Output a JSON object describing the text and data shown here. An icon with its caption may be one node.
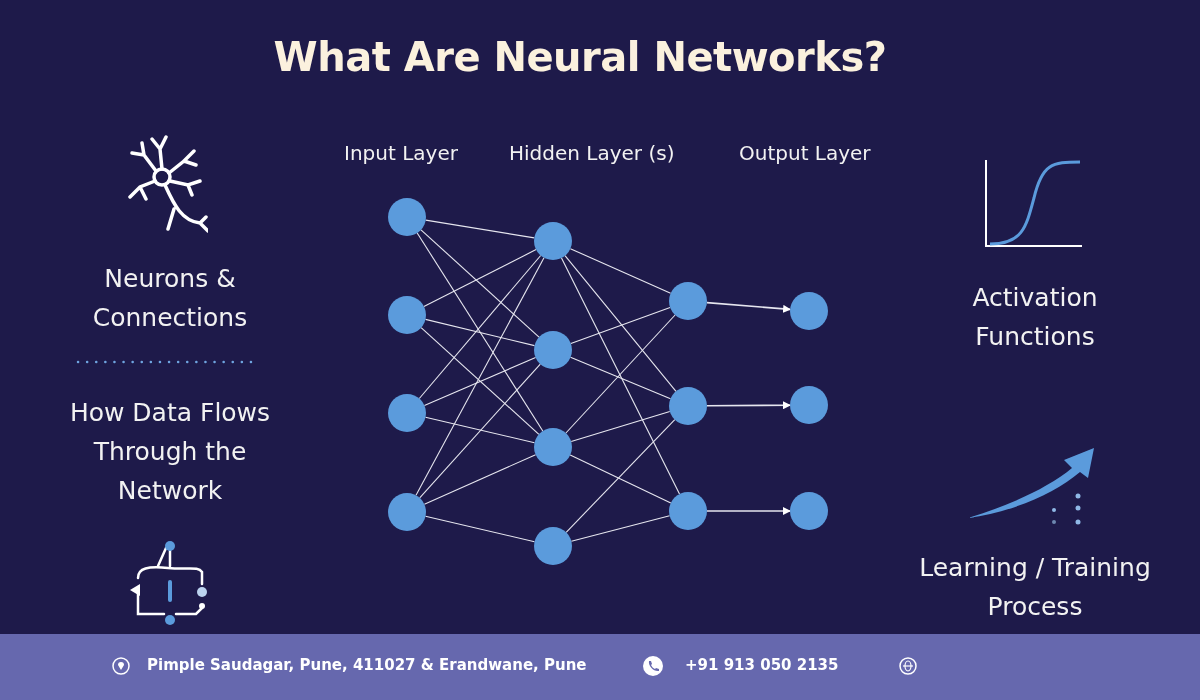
{
  "diagram": {
    "title": "What Are Neural Networks?",
    "nodes": [
      {
        "text": [],
        "shape": "circle"
      },
      {
        "text": [],
        "shape": "circle"
      },
      {
        "text": [],
        "shape": "circle"
      },
      {
        "text": [],
        "shape": "circle"
      },
      {
        "text": [],
        "shape": "circle"
      },
      {
        "text": [],
        "shape": "circle"
      },
      {
        "text": [],
        "shape": "circle"
      },
      {
        "text": [],
        "shape": "circle"
      },
      {
        "text": [],
        "shape": "circle"
      },
      {
        "text": [],
        "shape": "circle"
      },
      {
        "text": [],
        "shape": "circle"
      },
      {
        "text": [],
        "shape": "circle"
      },
      {
        "text": [],
        "shape": "circle"
      },
      {
        "text": [],
        "shape": "circle"
      }
    ],
    "edges": [
      {
        "from": 0,
        "to": 4,
        "arrow": "none"
      },
      {
        "from": 0,
        "to": 5,
        "arrow": "none"
      },
      {
        "from": 0,
        "to": 6,
        "arrow": "none"
      },
      {
        "from": 1,
        "to": 4,
        "arrow": "none"
      },
      {
        "from": 1,
        "to": 5,
        "arrow": "none"
      },
      {
        "from": 1,
        "to": 6,
        "arrow": "none"
      },
      {
        "from": 2,
        "to": 4,
        "arrow": "none"
      },
      {
        "from": 2,
        "to": 5,
        "arrow": "none"
      },
      {
        "from": 2,
        "to": 6,
        "arrow": "none"
      },
      {
        "from": 3,
        "to": 4,
        "arrow": "none"
      },
      {
        "from": 3,
        "to": 5,
        "arrow": "none"
      },
      {
        "from": 3,
        "to": 6,
        "arrow": "none"
      },
      {
        "from": 3,
        "to": 7,
        "arrow": "none"
      },
      {
        "from": 4,
        "to": 8,
        "arrow": "none"
      },
      {
        "from": 4,
        "to": 9,
        "arrow": "none"
      },
      {
        "from": 4,
        "to": 10,
        "arrow": "none"
      },
      {
        "from": 5,
        "to": 8,
        "arrow": "none"
      },
      {
        "from": 5,
        "to": 9,
        "arrow": "none"
      },
      {
        "from": 6,
        "to": 8,
        "arrow": "none"
      },
      {
        "from": 6,
        "to": 9,
        "arrow": "none"
      },
      {
        "from": 6,
        "to": 10,
        "arrow": "none"
      },
      {
        "from": 7,
        "to": 9,
        "arrow": "none"
      },
      {
        "from": 7,
        "to": 10,
        "arrow": "none"
      },
      {
        "from": 8,
        "to": 11,
        "arrow": "to"
      },
      {
        "from": 9,
        "to": 12,
        "arrow": "to"
      },
      {
        "from": 10,
        "to": 13,
        "arrow": "to"
      }
    ],
    "labels": [
      "Input Layer",
      "Hidden Layer (s)",
      "Output Layer",
      "Neurons & Connections",
      "How Data Flows Through the Network",
      "Activation Functions",
      "Learning / Training Process",
      "Pimple Saudagar, Pune, 411027 & Erandwane, Pune",
      "+91 913 050 2135"
    ]
  }
}
